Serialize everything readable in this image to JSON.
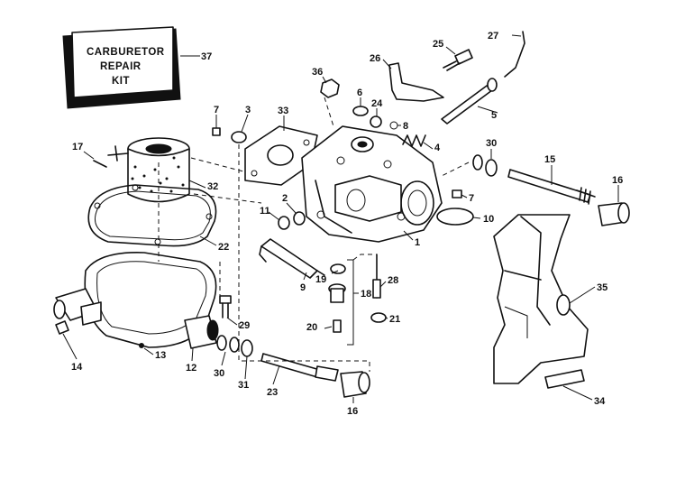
{
  "kit_box": {
    "line1": "CARBURETOR",
    "line2": "REPAIR",
    "line3": "KIT"
  },
  "callouts": [
    {
      "id": "c37",
      "text": "37"
    },
    {
      "id": "c7a",
      "text": "7"
    },
    {
      "id": "c3",
      "text": "3"
    },
    {
      "id": "c33",
      "text": "33"
    },
    {
      "id": "c36",
      "text": "36"
    },
    {
      "id": "c6",
      "text": "6"
    },
    {
      "id": "c24",
      "text": "24"
    },
    {
      "id": "c8",
      "text": "8"
    },
    {
      "id": "c26",
      "text": "26"
    },
    {
      "id": "c25",
      "text": "25"
    },
    {
      "id": "c27",
      "text": "27"
    },
    {
      "id": "c5",
      "text": "5"
    },
    {
      "id": "c4",
      "text": "4"
    },
    {
      "id": "c30a",
      "text": "30"
    },
    {
      "id": "c15",
      "text": "15"
    },
    {
      "id": "c16a",
      "text": "16"
    },
    {
      "id": "c17",
      "text": "17"
    },
    {
      "id": "c32",
      "text": "32"
    },
    {
      "id": "c2",
      "text": "2"
    },
    {
      "id": "c11",
      "text": "11"
    },
    {
      "id": "c7b",
      "text": "7"
    },
    {
      "id": "c10",
      "text": "10"
    },
    {
      "id": "c1",
      "text": "1"
    },
    {
      "id": "c22",
      "text": "22"
    },
    {
      "id": "c9",
      "text": "9"
    },
    {
      "id": "c19",
      "text": "19"
    },
    {
      "id": "c18",
      "text": "18"
    },
    {
      "id": "c28",
      "text": "28"
    },
    {
      "id": "c20",
      "text": "20"
    },
    {
      "id": "c21",
      "text": "21"
    },
    {
      "id": "c35",
      "text": "35"
    },
    {
      "id": "c14",
      "text": "14"
    },
    {
      "id": "c13",
      "text": "13"
    },
    {
      "id": "c12",
      "text": "12"
    },
    {
      "id": "c29",
      "text": "29"
    },
    {
      "id": "c30b",
      "text": "30"
    },
    {
      "id": "c31",
      "text": "31"
    },
    {
      "id": "c23",
      "text": "23"
    },
    {
      "id": "c16b",
      "text": "16"
    },
    {
      "id": "c34",
      "text": "34"
    }
  ]
}
